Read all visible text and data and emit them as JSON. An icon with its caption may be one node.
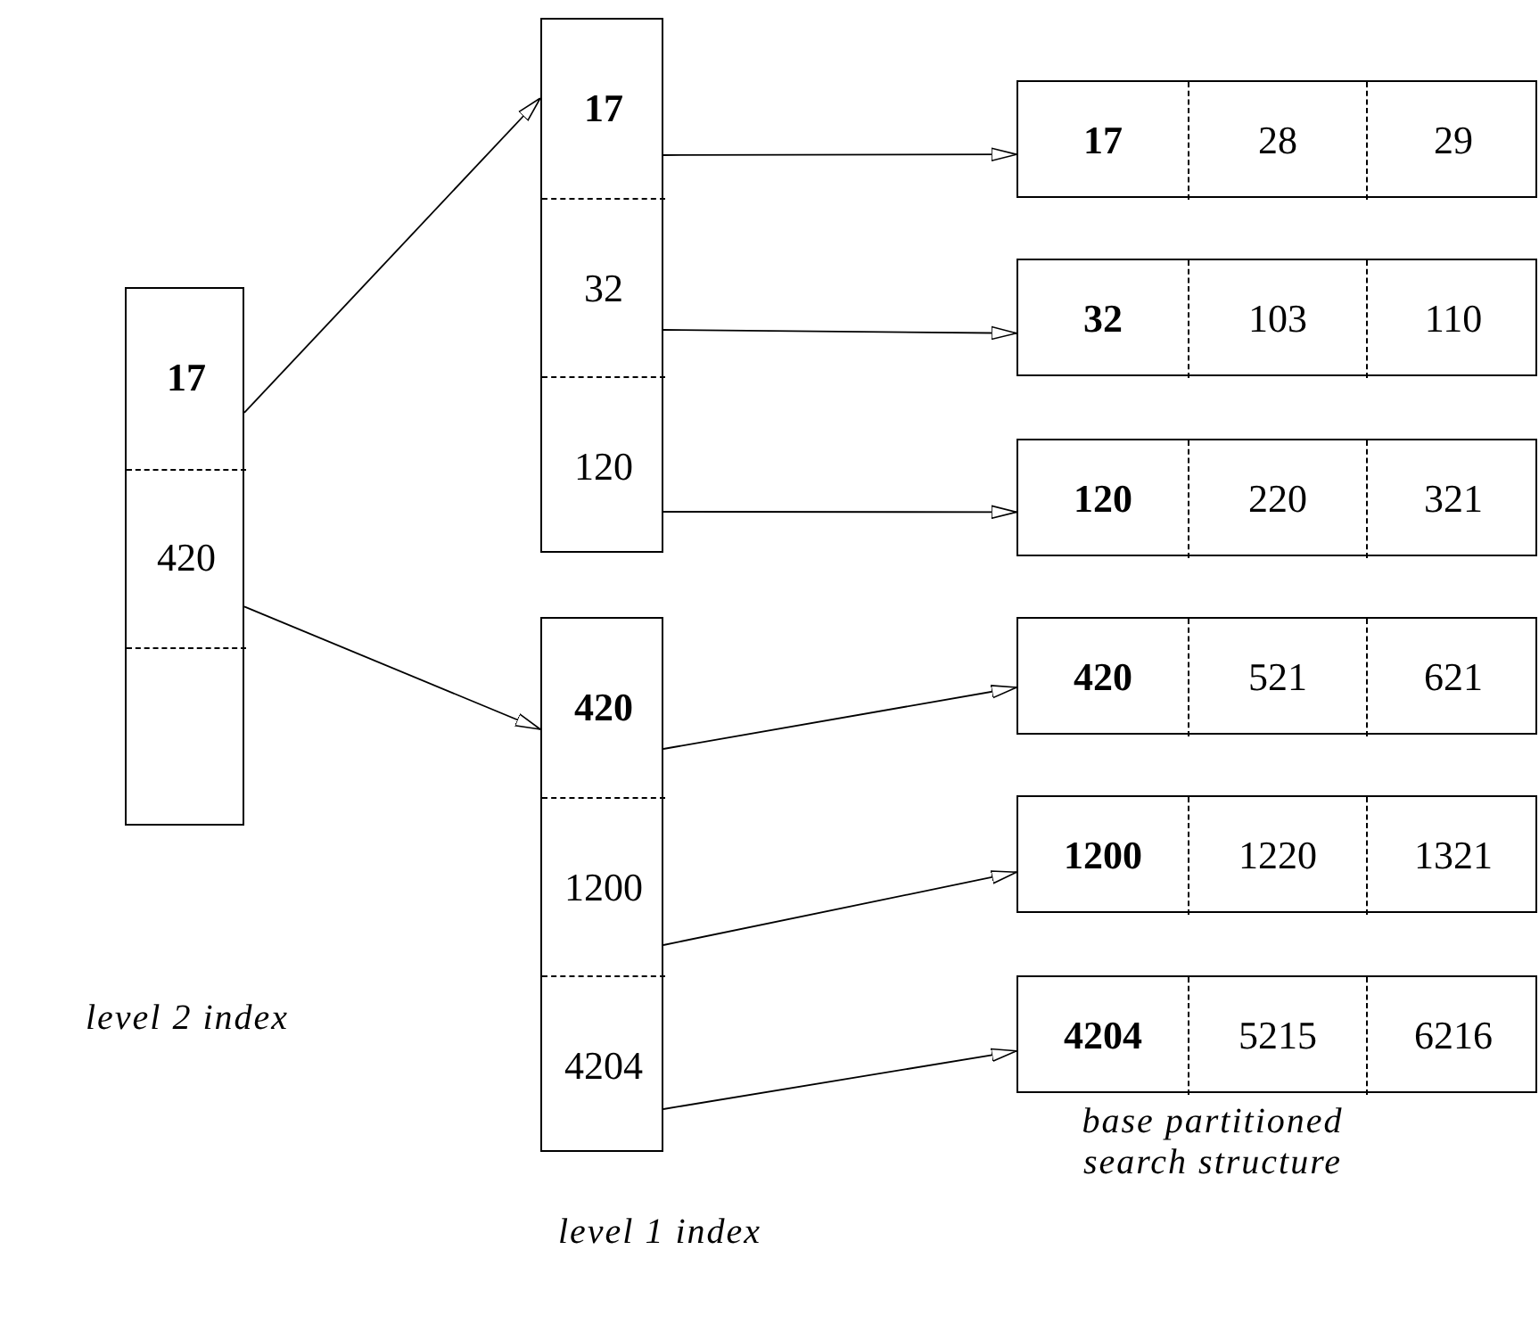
{
  "diagram": {
    "nodes": [
      {
        "text": [],
        "shape": "box"
      },
      {
        "text": [
          "17"
        ],
        "in": 0
      },
      {
        "text": [
          "420"
        ],
        "in": 0
      },
      {
        "text": [],
        "shape": "box",
        "in": 0
      },
      {
        "text": [],
        "shape": "box"
      },
      {
        "text": [
          "17"
        ],
        "in": 4
      },
      {
        "text": [
          "32"
        ],
        "in": 4
      },
      {
        "text": [
          "120"
        ],
        "in": 4
      },
      {
        "text": [],
        "shape": "box"
      },
      {
        "text": [
          "420"
        ],
        "in": 8
      },
      {
        "text": [
          "1200"
        ],
        "in": 8
      },
      {
        "text": [
          "4204"
        ],
        "in": 8
      },
      {
        "text": [],
        "shape": "box"
      },
      {
        "text": [
          "17"
        ],
        "in": 12
      },
      {
        "text": [
          "28"
        ],
        "in": 12
      },
      {
        "text": [
          "29"
        ],
        "in": 12
      },
      {
        "text": [],
        "shape": "box"
      },
      {
        "text": [
          "32"
        ],
        "in": 16
      },
      {
        "text": [
          "103"
        ],
        "in": 16
      },
      {
        "text": [
          "110"
        ],
        "in": 16
      },
      {
        "text": [],
        "shape": "box"
      },
      {
        "text": [
          "120"
        ],
        "in": 20
      },
      {
        "text": [
          "220"
        ],
        "in": 20
      },
      {
        "text": [
          "321"
        ],
        "in": 20
      },
      {
        "text": [],
        "shape": "box"
      },
      {
        "text": [
          "420"
        ],
        "in": 24
      },
      {
        "text": [
          "521"
        ],
        "in": 24
      },
      {
        "text": [
          "621"
        ],
        "in": 24
      },
      {
        "text": [],
        "shape": "box"
      },
      {
        "text": [
          "1200"
        ],
        "in": 28
      },
      {
        "text": [
          "1220"
        ],
        "in": 28
      },
      {
        "text": [
          "1321"
        ],
        "in": 28
      },
      {
        "text": [],
        "shape": "box"
      },
      {
        "text": [
          "4204"
        ],
        "in": 32
      },
      {
        "text": [
          "5215"
        ],
        "in": 32
      },
      {
        "text": [
          "6216"
        ],
        "in": 32
      }
    ],
    "edges": [
      {
        "from": 1,
        "to": 4,
        "arrow": "to"
      },
      {
        "from": 2,
        "to": 8,
        "arrow": "to"
      },
      {
        "from": 5,
        "to": 12,
        "arrow": "to"
      },
      {
        "from": 6,
        "to": 16,
        "arrow": "to"
      },
      {
        "from": 7,
        "to": 20,
        "arrow": "to"
      },
      {
        "from": 9,
        "to": 24,
        "arrow": "to"
      },
      {
        "from": 10,
        "to": 28,
        "arrow": "to"
      },
      {
        "from": 11,
        "to": 32,
        "arrow": "to"
      }
    ],
    "labels": [
      "level 2 index",
      "base partitioned search structure",
      "level 1 index"
    ]
  }
}
